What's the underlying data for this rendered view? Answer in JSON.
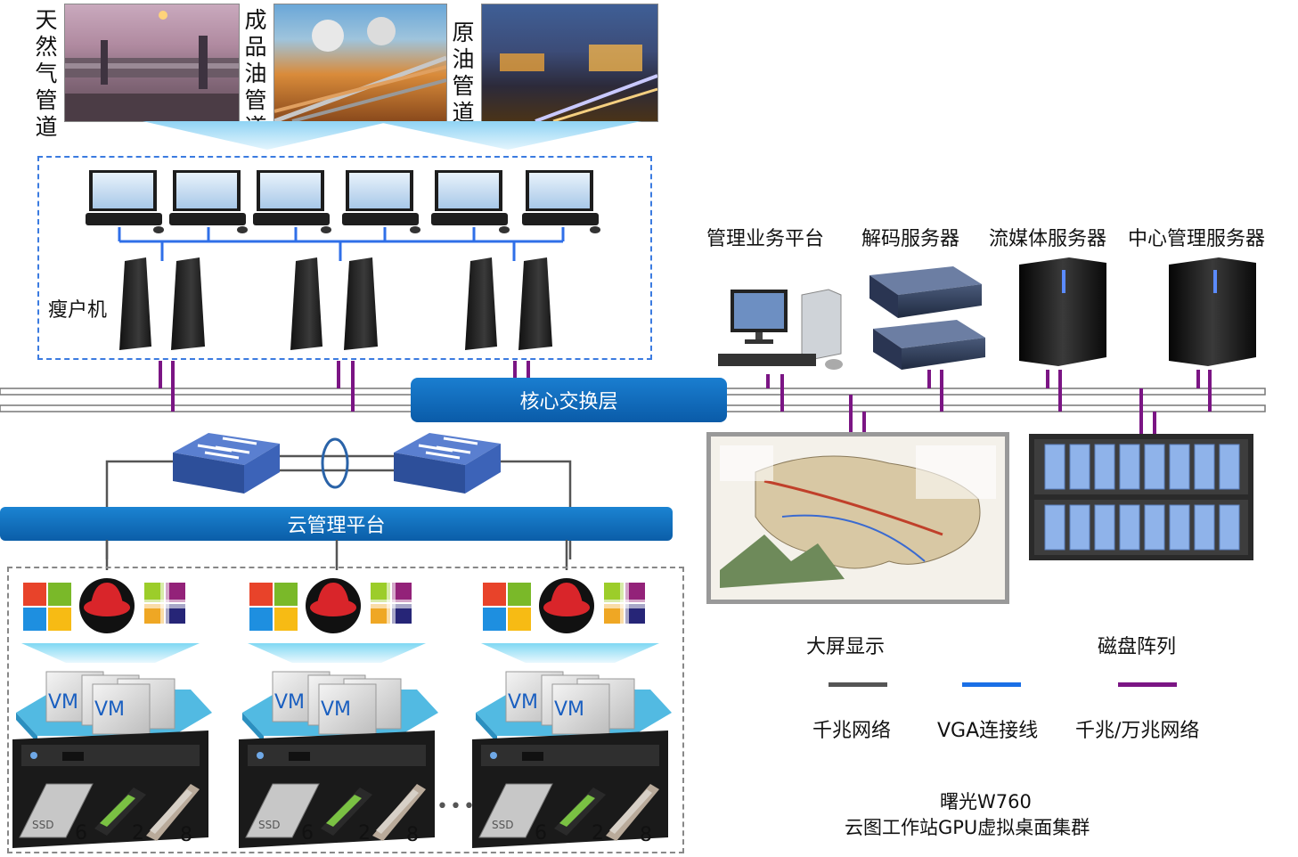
{
  "pipelines": [
    {
      "label": "天然气管道"
    },
    {
      "label": "成品油管道"
    },
    {
      "label": "原油管道"
    }
  ],
  "thin_client_label": "瘦户机",
  "core_layer": "核心交换层",
  "cloud_platform": "云管理平台",
  "servers": [
    {
      "label": "管理业务平台"
    },
    {
      "label": "解码服务器"
    },
    {
      "label": "流媒体服务器"
    },
    {
      "label": "中心管理服务器"
    }
  ],
  "big_screen_label": "大屏显示",
  "disk_array_label": "磁盘阵列",
  "legend": [
    {
      "label": "千兆网络",
      "color": "#555555"
    },
    {
      "label": "VGA连接线",
      "color": "#1a6fe6"
    },
    {
      "label": "千兆/万兆网络",
      "color": "#7b1584"
    }
  ],
  "cluster_counts": {
    "ssd": "6",
    "gpu": "2",
    "mem": "8"
  },
  "vm_label": "VM",
  "ssd_label": "SSD",
  "ellipsis": "•••",
  "product": {
    "line1": "曙光W760",
    "line2": "云图工作站GPU虚拟桌面集群"
  }
}
